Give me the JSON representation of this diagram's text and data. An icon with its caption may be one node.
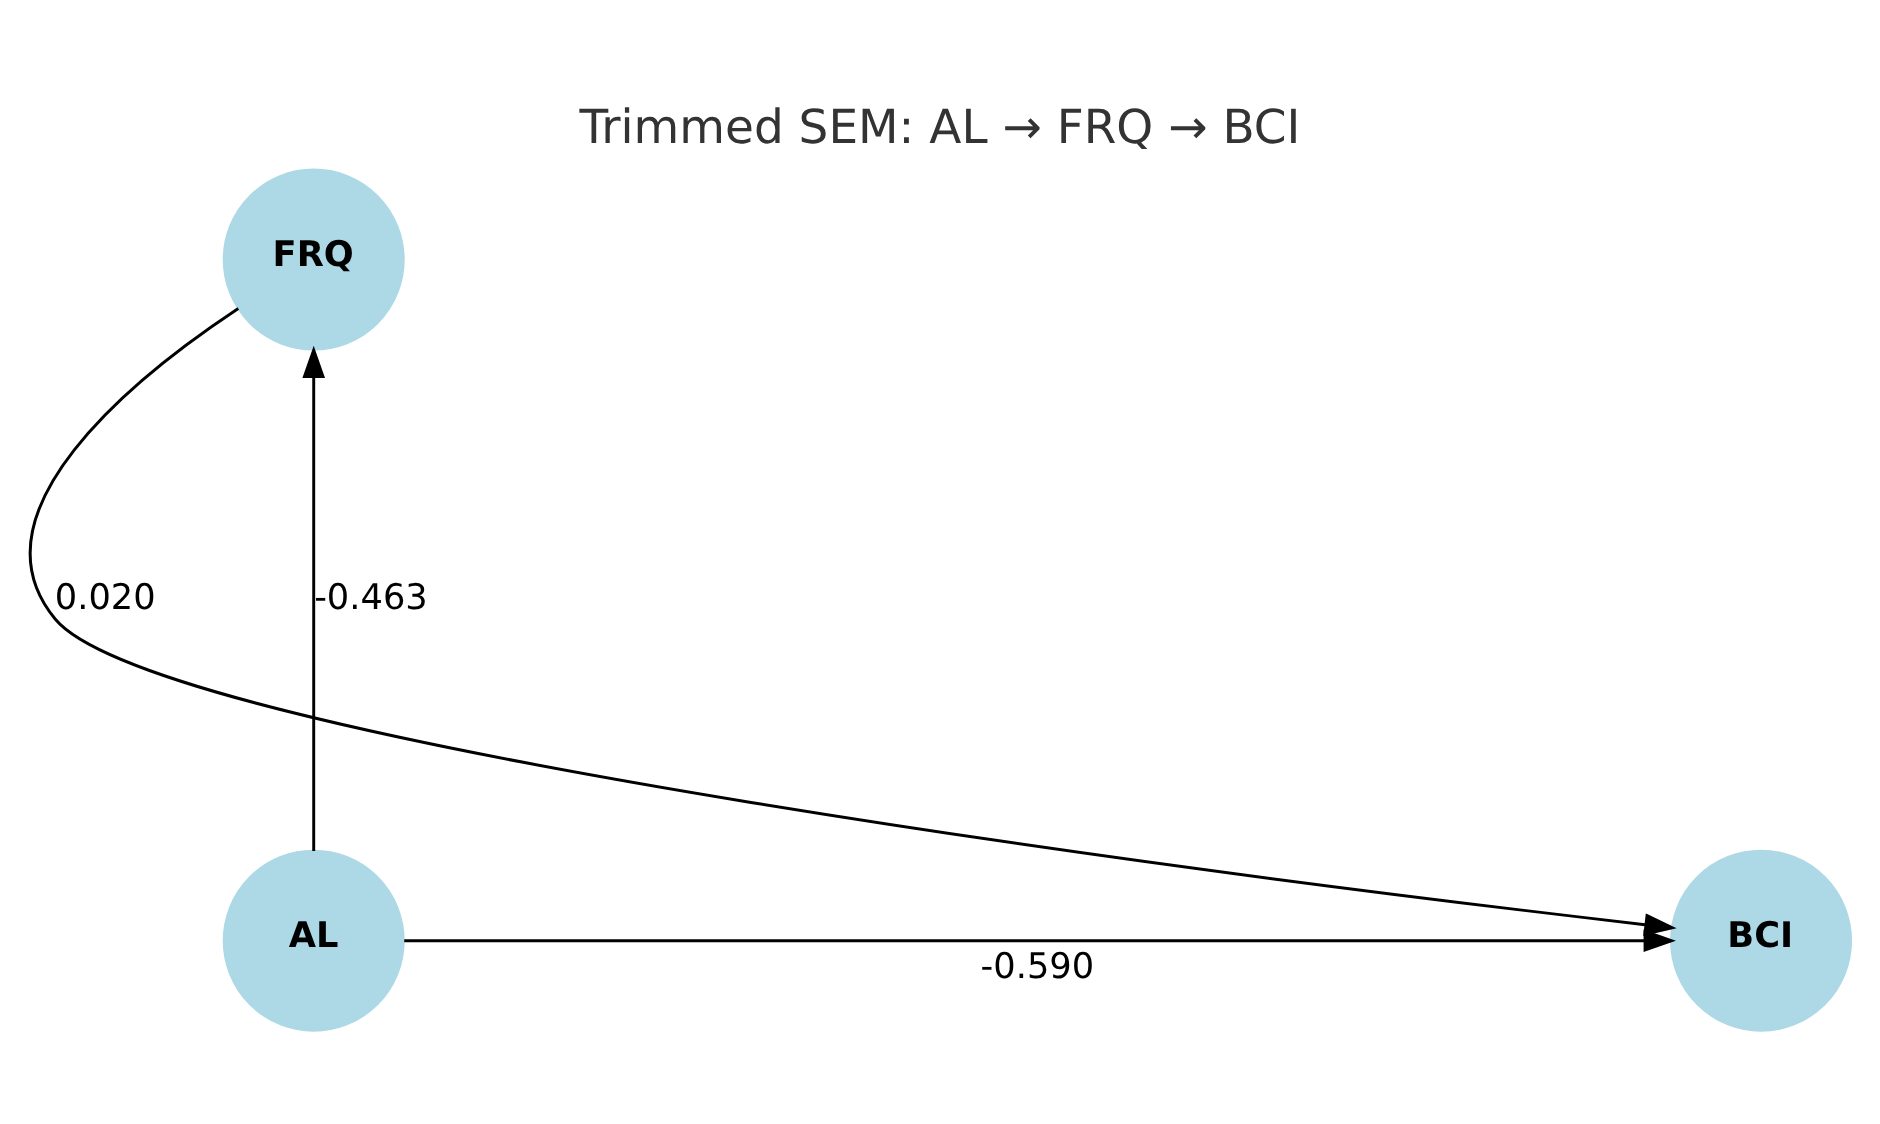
{
  "diagram": {
    "title": "Trimmed SEM: AL → FRQ → BCI",
    "nodes": [
      {
        "text": [
          "FRQ"
        ]
      },
      {
        "text": [
          "AL"
        ]
      },
      {
        "text": [
          "BCI"
        ]
      }
    ],
    "edges": [
      {
        "from": 1,
        "to": 0,
        "arrow": "to",
        "label": "-0.463"
      },
      {
        "from": 0,
        "to": 2,
        "arrow": "to",
        "label": "0.020"
      },
      {
        "from": 1,
        "to": 2,
        "arrow": "to",
        "label": "-0.590"
      }
    ]
  }
}
